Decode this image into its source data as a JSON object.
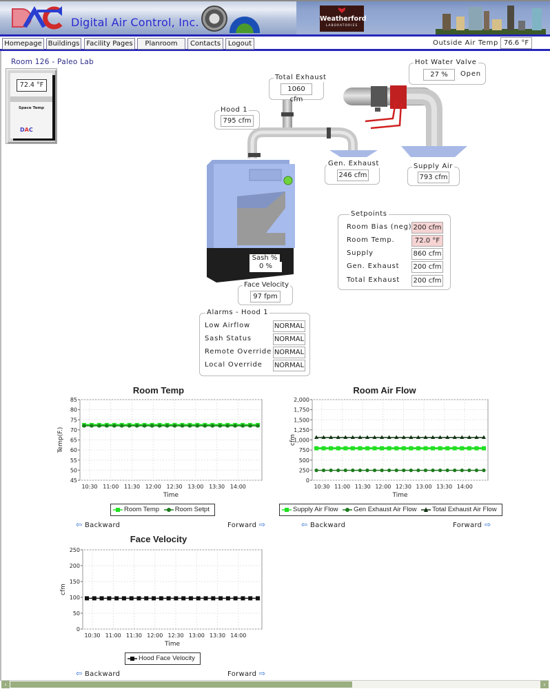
{
  "header": {
    "company": "Digital Air Control, Inc.",
    "partner_logo_text": "Weatherford",
    "partner_logo_sub": "LABORATORIES"
  },
  "nav": {
    "items": [
      "Homepage",
      "Buildings",
      "Facility Pages",
      "Planroom",
      "Contacts",
      "Logout"
    ],
    "outside_air_temp_label": "Outside Air Temp",
    "outside_air_temp_value": "76.6 °F"
  },
  "room": {
    "title": "Room 126 - Paleo Lab",
    "thermostat": {
      "value": "72.4 °F",
      "label": "Space Temp",
      "logo": "DAC"
    }
  },
  "readouts": {
    "total_exhaust": {
      "label": "Total Exhaust",
      "value": "1060 cfm"
    },
    "hood1": {
      "label": "Hood 1",
      "value": "795 cfm"
    },
    "hot_water_valve": {
      "label": "Hot Water Valve",
      "value": "27 %",
      "status": "Open"
    },
    "gen_exhaust": {
      "label": "Gen. Exhaust",
      "value": "246 cfm"
    },
    "supply_air": {
      "label": "Supply Air",
      "value": "793 cfm"
    },
    "sash": {
      "label": "Sash %",
      "value": "0 %"
    },
    "face_velocity": {
      "label": "Face Velocity",
      "value": "97 fpm"
    }
  },
  "setpoints": {
    "title": "Setpoints",
    "rows": [
      {
        "label": "Room Bias (neg)",
        "value": "200 cfm",
        "highlight": true
      },
      {
        "label": "Room Temp.",
        "value": "72.0 °F",
        "highlight": true
      },
      {
        "label": "Supply",
        "value": "860 cfm",
        "highlight": false
      },
      {
        "label": "Gen. Exhaust",
        "value": "200 cfm",
        "highlight": false
      },
      {
        "label": "Total Exhaust",
        "value": "200 cfm",
        "highlight": false
      }
    ]
  },
  "alarms": {
    "title": "Alarms - Hood 1",
    "rows": [
      {
        "label": "Low Airflow",
        "value": "NORMAL"
      },
      {
        "label": "Sash Status",
        "value": "NORMAL"
      },
      {
        "label": "Remote Override",
        "value": "NORMAL"
      },
      {
        "label": "Local Override",
        "value": "NORMAL"
      }
    ]
  },
  "chart_nav": {
    "backward": "Backward",
    "forward": "Forward"
  },
  "colors": {
    "nav_blue": "#2525b8",
    "bright_green": "#22e022",
    "dark_green": "#1e7a1e",
    "alarm_pink": "#f6d3d3"
  },
  "chart_data": [
    {
      "type": "line",
      "title": "Room Temp",
      "xlabel": "Time",
      "ylabel": "Temp(F.)",
      "ylim": [
        45,
        85
      ],
      "yticks": [
        45,
        50,
        55,
        60,
        65,
        70,
        75,
        80,
        85
      ],
      "xticks": [
        "10:30",
        "11:00",
        "11:30",
        "12:00",
        "12:30",
        "13:00",
        "13:30",
        "14:00"
      ],
      "grid": true,
      "legend_position": "bottom",
      "points_per_series": 24,
      "series": [
        {
          "name": "Room Temp",
          "value": 72.4,
          "color": "#22e022",
          "marker": "square"
        },
        {
          "name": "Room Setpt",
          "value": 72.0,
          "color": "#1e7a1e",
          "marker": "circle"
        }
      ]
    },
    {
      "type": "line",
      "title": "Room Air Flow",
      "xlabel": "Time",
      "ylabel": "cfm",
      "ylim": [
        0,
        2000
      ],
      "yticks": [
        "0",
        "250",
        "500",
        "750",
        "1,000",
        "1,250",
        "1,500",
        "1,750",
        "2,000"
      ],
      "xticks": [
        "10:30",
        "11:00",
        "11:30",
        "12:00",
        "12:30",
        "13:00",
        "13:30",
        "14:00"
      ],
      "grid": true,
      "legend_position": "bottom",
      "points_per_series": 24,
      "series": [
        {
          "name": "Supply Air Flow",
          "value": 793,
          "color": "#22e022",
          "marker": "square"
        },
        {
          "name": "Gen Exhaust Air Flow",
          "value": 246,
          "color": "#1e7a1e",
          "marker": "circle"
        },
        {
          "name": "Total Exhaust Air Flow",
          "value": 1060,
          "color": "#113311",
          "marker": "triangle"
        }
      ]
    },
    {
      "type": "line",
      "title": "Face Velocity",
      "xlabel": "Time",
      "ylabel": "cfm",
      "ylim": [
        0,
        250
      ],
      "yticks": [
        0,
        50,
        100,
        150,
        200,
        250
      ],
      "xticks": [
        "10:30",
        "11:00",
        "11:30",
        "12:00",
        "12:30",
        "13:00",
        "13:30",
        "14:00"
      ],
      "grid": true,
      "legend_position": "bottom",
      "points_per_series": 24,
      "series": [
        {
          "name": "Hood Face Velocity",
          "value": 97,
          "color": "#111111",
          "marker": "square"
        }
      ]
    }
  ]
}
